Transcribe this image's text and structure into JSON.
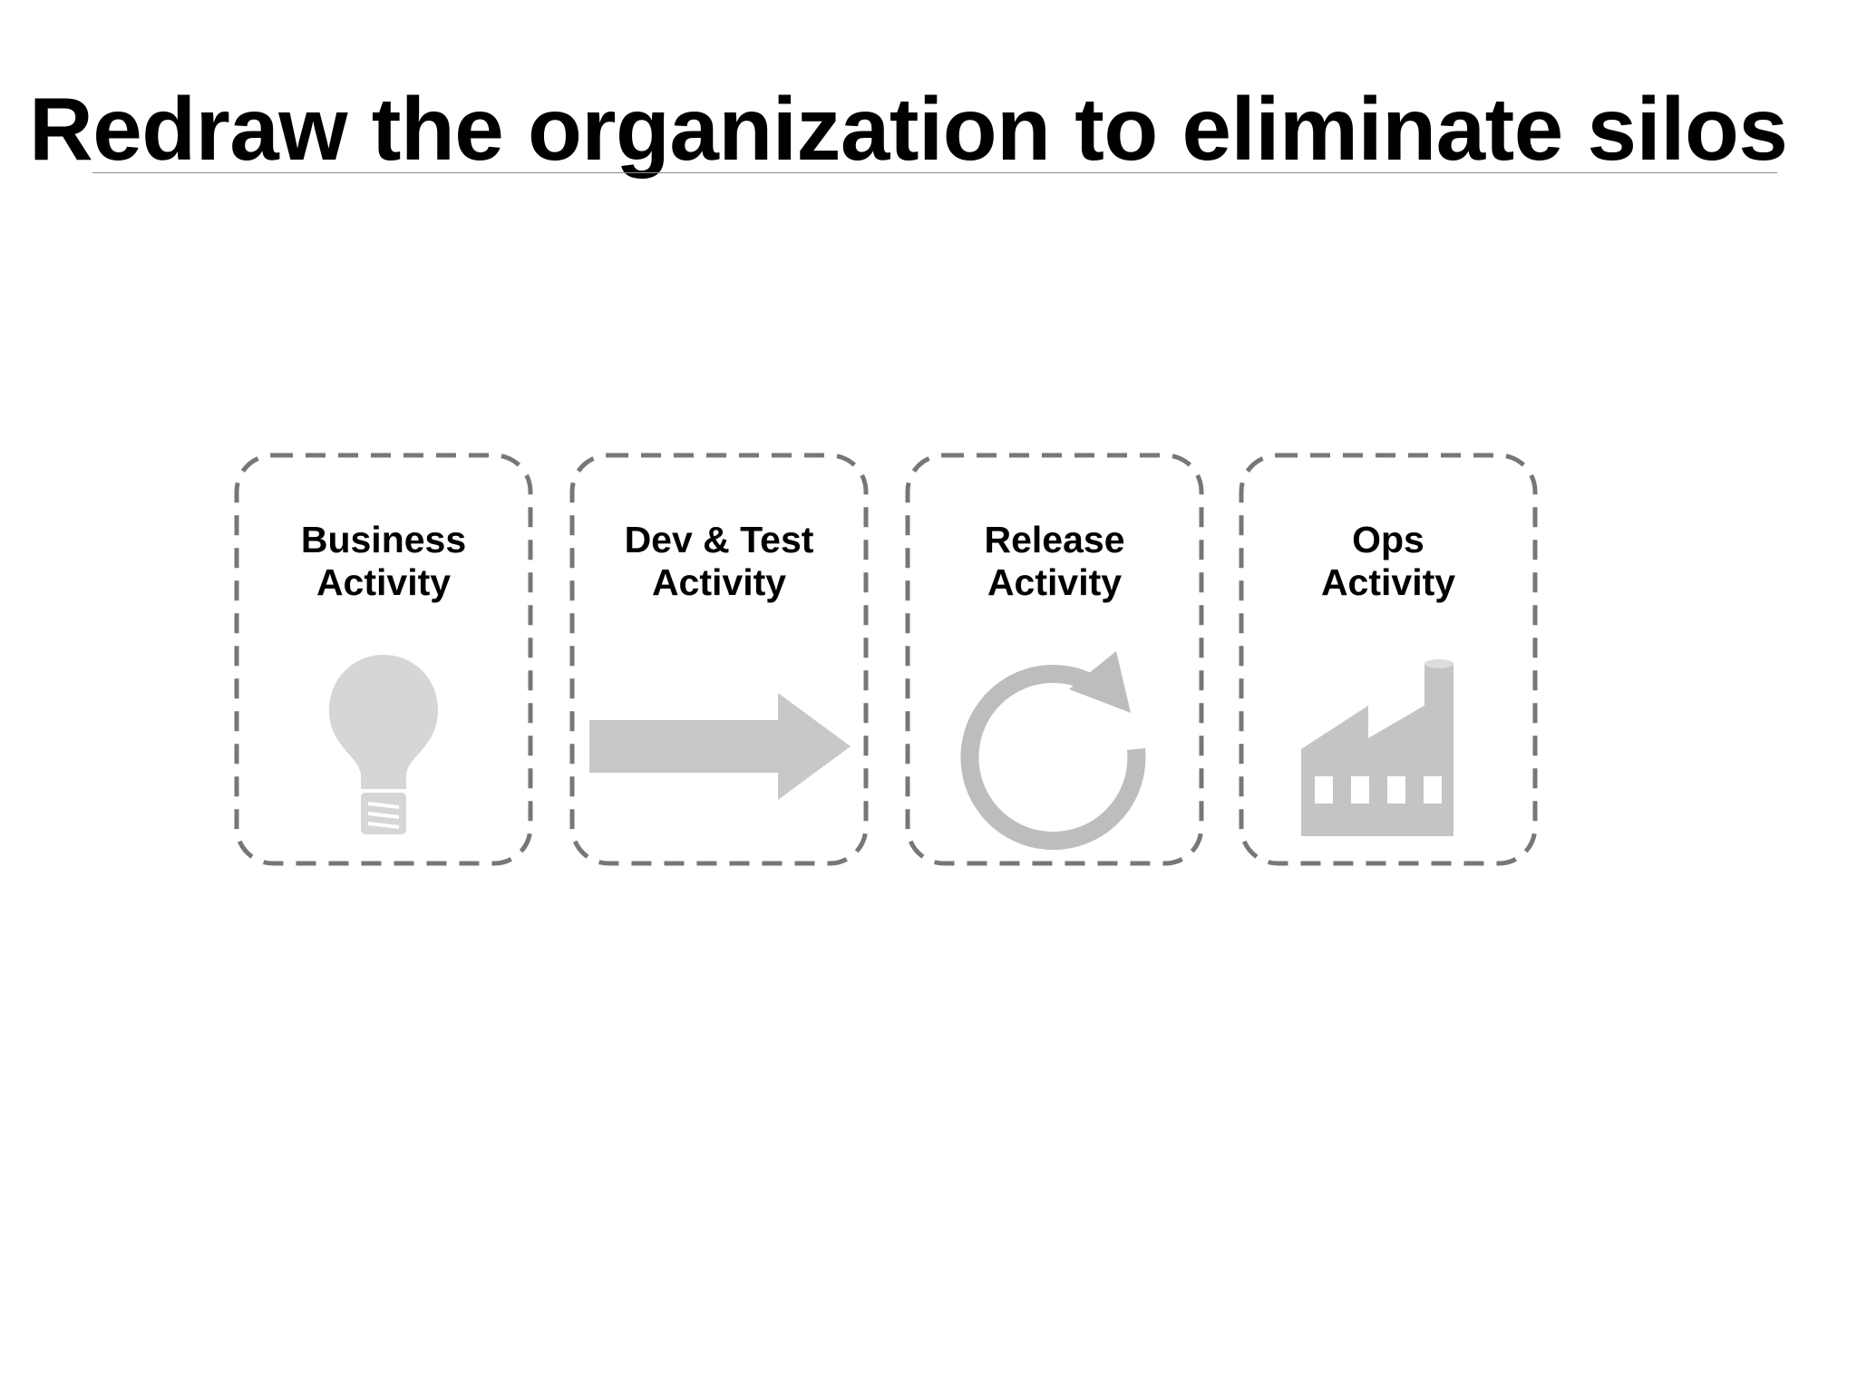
{
  "slide": {
    "title": "Redraw the organization to eliminate silos"
  },
  "stages": [
    {
      "line1": "Business",
      "line2": "Activity",
      "icon": "lightbulb-icon"
    },
    {
      "line1": "Dev & Test",
      "line2": "Activity",
      "icon": "right-arrow-icon"
    },
    {
      "line1": "Release",
      "line2": "Activity",
      "icon": "refresh-cycle-icon"
    },
    {
      "line1": "Ops",
      "line2": "Activity",
      "icon": "factory-icon"
    }
  ],
  "colors": {
    "frame_border": "#777777",
    "icon_light": "#d6d6d6",
    "icon_mid": "#c2c2c2",
    "title_rule": "#8c8c8c"
  }
}
